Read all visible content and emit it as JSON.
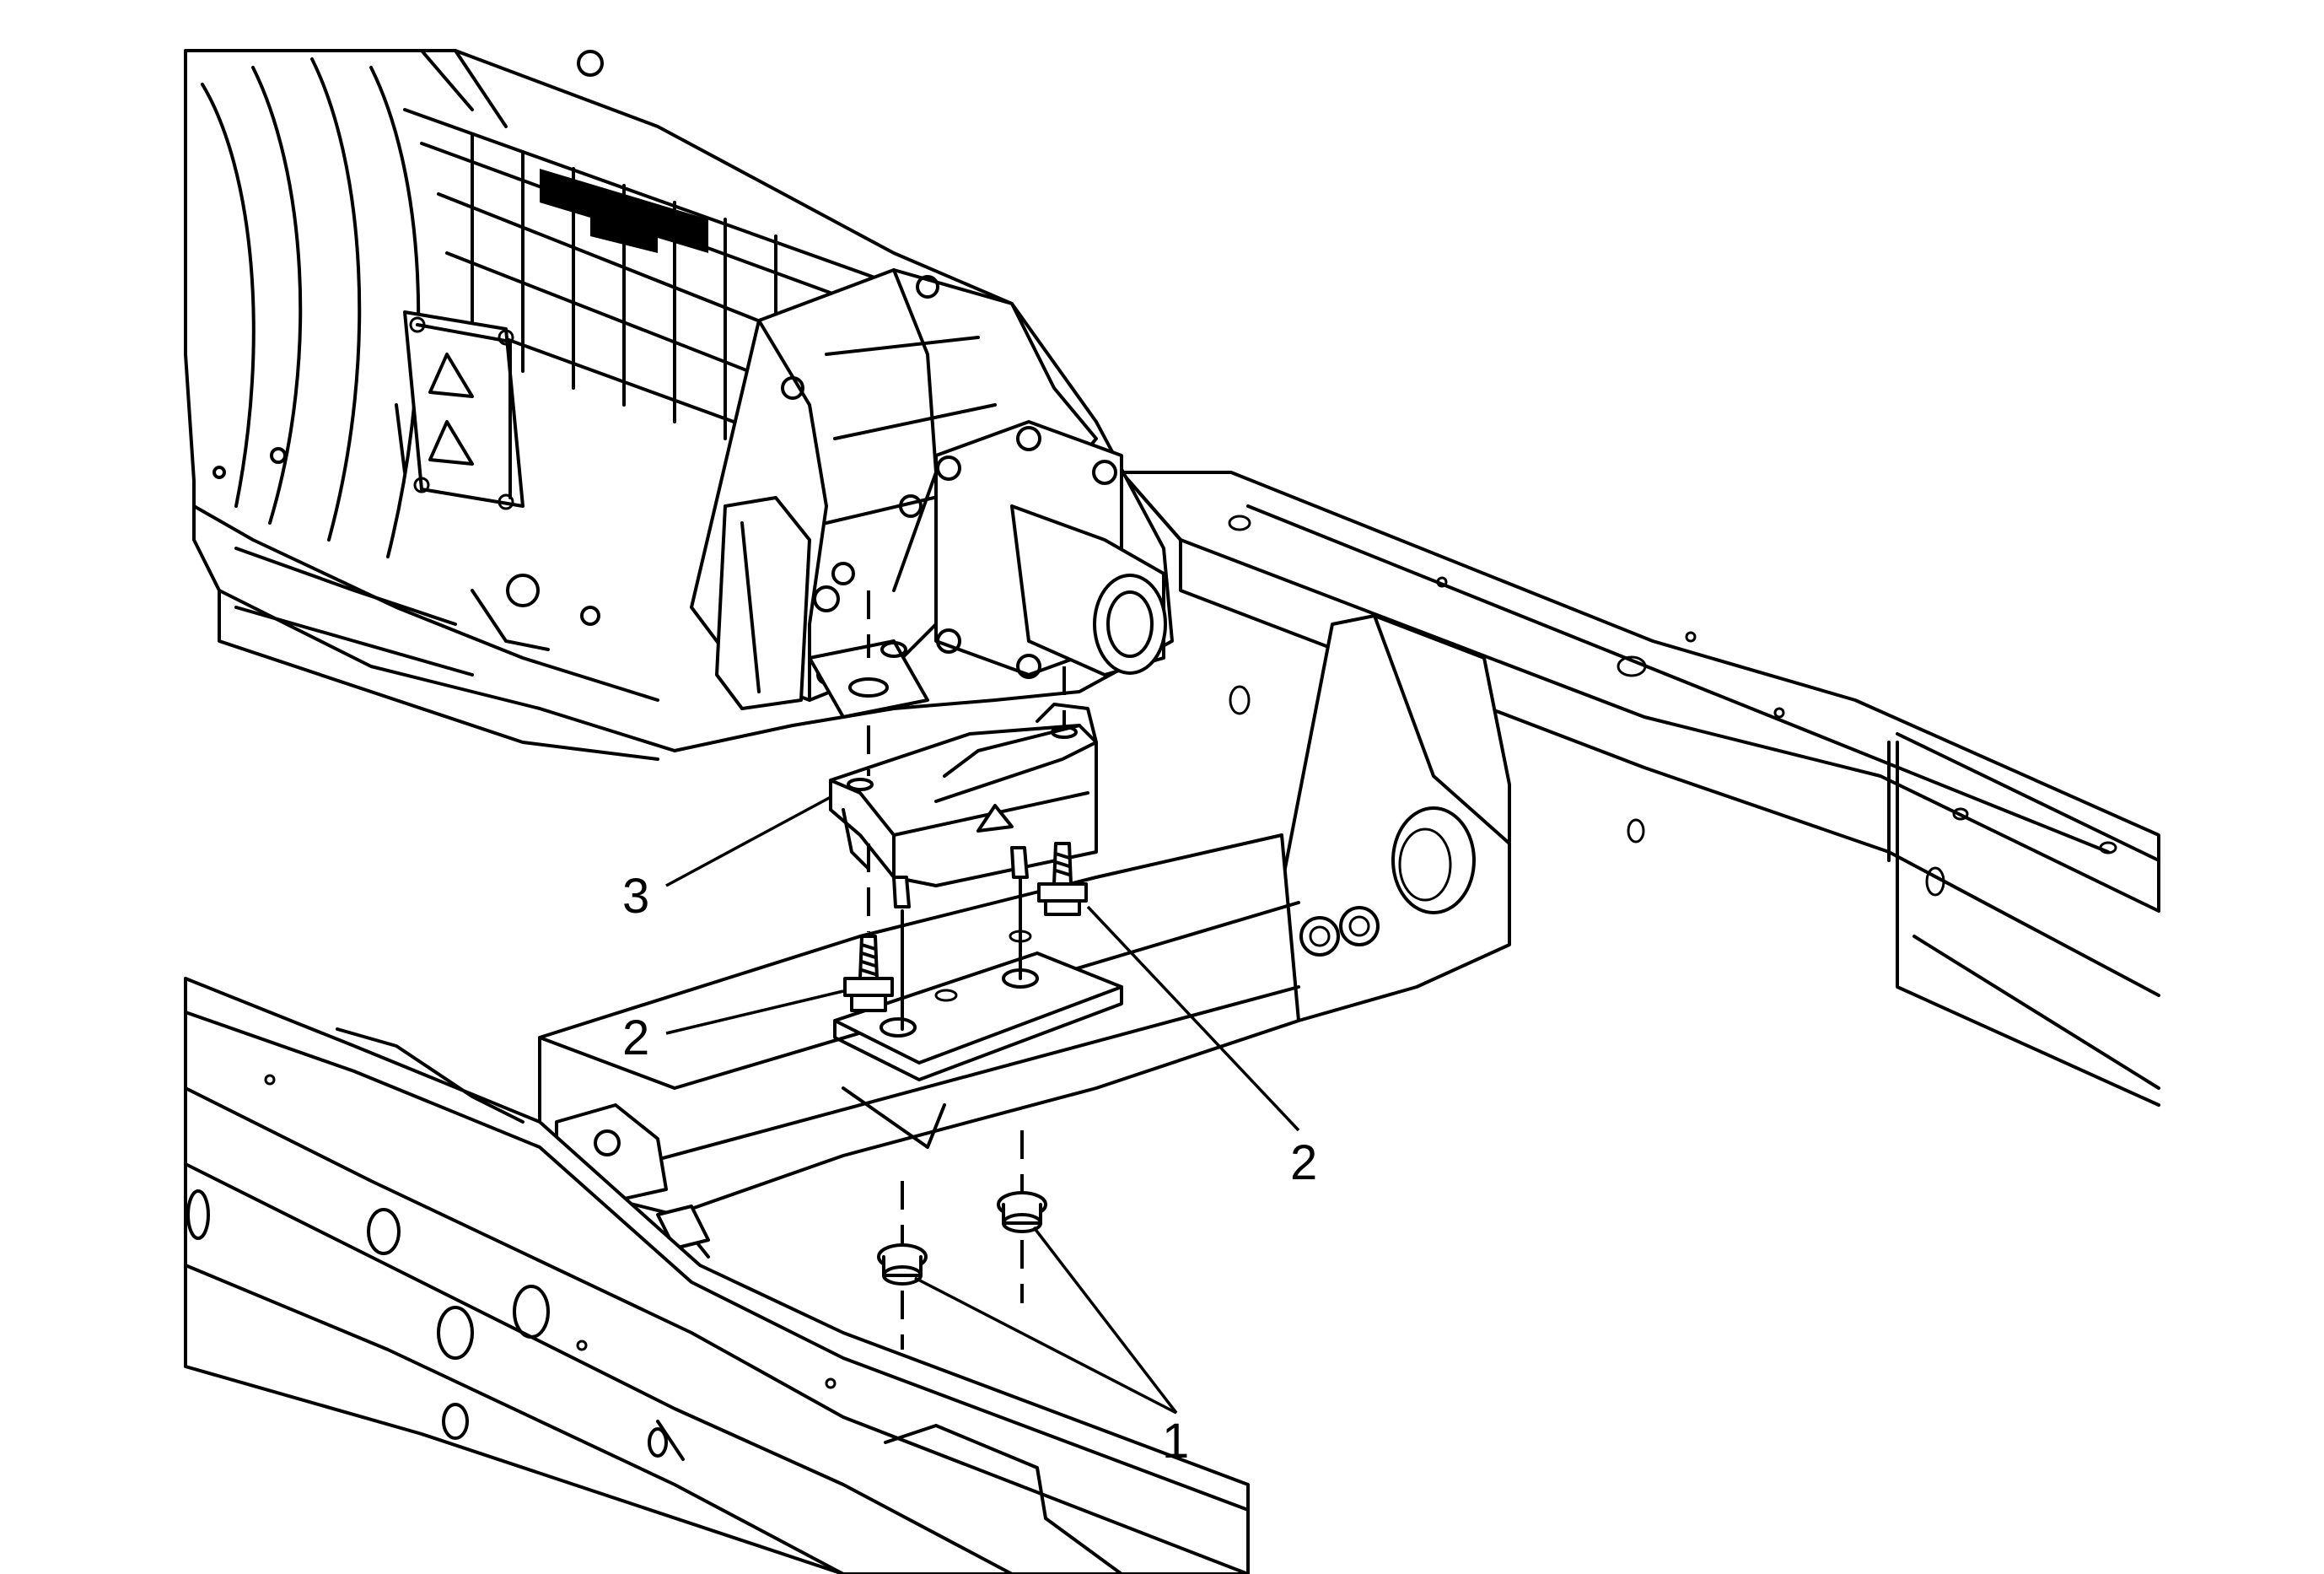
{
  "callouts": {
    "c1": "1",
    "c2_left": "2",
    "c2_right": "2",
    "c3": "3"
  },
  "parts": [
    {
      "id": "1",
      "name": "nut"
    },
    {
      "id": "2",
      "name": "bolt"
    },
    {
      "id": "3",
      "name": "transmission-mount"
    }
  ],
  "colors": {
    "line": "#000000",
    "background": "#ffffff"
  }
}
